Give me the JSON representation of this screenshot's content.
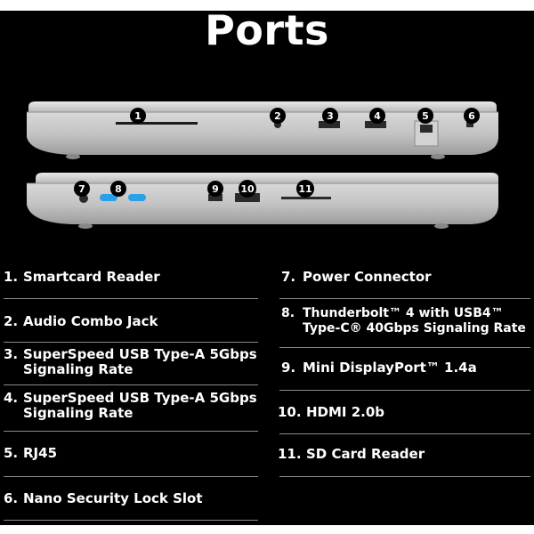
{
  "title": "Ports",
  "badges": [
    "1",
    "2",
    "3",
    "4",
    "5",
    "6",
    "7",
    "8",
    "9",
    "10",
    "11"
  ],
  "left_column": [
    {
      "num": "1.",
      "label": "Smartcard Reader"
    },
    {
      "num": "2.",
      "label": "Audio Combo Jack"
    },
    {
      "num": "3.",
      "label": "SuperSpeed USB Type-A 5Gbps Signaling Rate"
    },
    {
      "num": "4.",
      "label": "SuperSpeed USB Type-A 5Gbps Signaling Rate"
    },
    {
      "num": "5.",
      "label": "RJ45"
    },
    {
      "num": "6.",
      "label": "Nano Security Lock Slot"
    }
  ],
  "right_column": [
    {
      "num": "7.",
      "label": "Power Connector"
    },
    {
      "num": "8.",
      "label": "Thunderbolt™ 4 with USB4™ Type-C® 40Gbps Signaling Rate"
    },
    {
      "num": "9.",
      "label": "Mini DisplayPort™ 1.4a"
    },
    {
      "num": "10.",
      "label": "HDMI 2.0b"
    },
    {
      "num": "11.",
      "label": "SD Card Reader"
    }
  ]
}
